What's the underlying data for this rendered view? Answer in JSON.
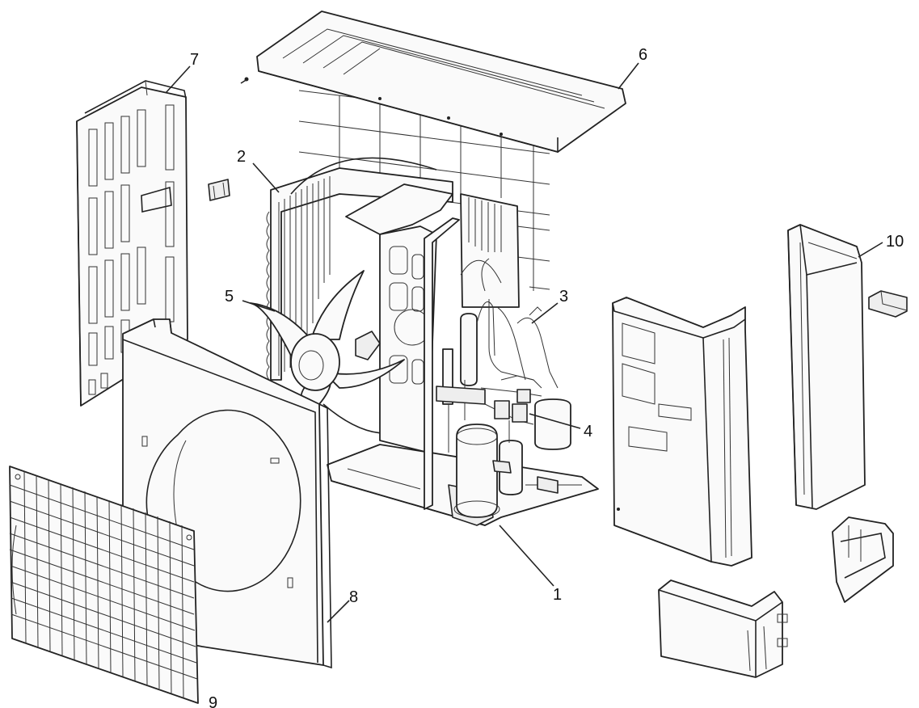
{
  "callouts": [
    {
      "id": "1",
      "label": "1"
    },
    {
      "id": "2",
      "label": "2"
    },
    {
      "id": "3",
      "label": "3"
    },
    {
      "id": "4",
      "label": "4"
    },
    {
      "id": "5",
      "label": "5"
    },
    {
      "id": "6",
      "label": "6"
    },
    {
      "id": "7",
      "label": "7"
    },
    {
      "id": "8",
      "label": "8"
    },
    {
      "id": "9",
      "label": "9"
    },
    {
      "id": "10",
      "label": "10"
    }
  ],
  "colors": {
    "line": "#222222",
    "fill": "#fafafa",
    "shade": "#eeeeee"
  }
}
